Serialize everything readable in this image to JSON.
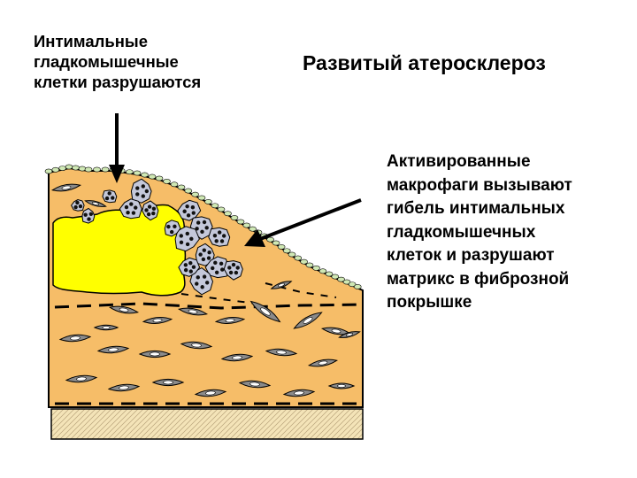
{
  "title": "Развитый атеросклероз",
  "left_label": [
    "Интимальные",
    "гладкомышечные",
    "клетки разрушаются"
  ],
  "right_label": [
    "Активированные",
    "макрофаги вызывают",
    "гибель интимальных",
    "гладкомышечных",
    "клеток и разрушают",
    "матрикс в фиброзной",
    "покрышке"
  ],
  "colors": {
    "tissue": "#f6bd68",
    "lipid_core": "#ffff00",
    "smooth_muscle_cell": "#8a8a8a",
    "macrophage": "#c4c8da",
    "endothelium": "#cfe8b4",
    "basement": "#f4e4b8"
  }
}
